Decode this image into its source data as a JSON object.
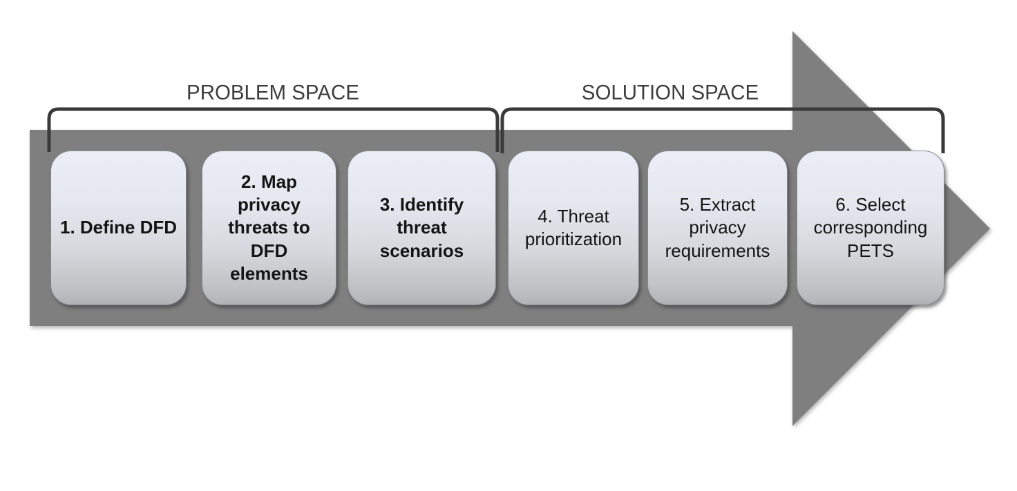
{
  "diagram": {
    "sections": {
      "problem": {
        "label": "PROBLEM SPACE"
      },
      "solution": {
        "label": "SOLUTION SPACE"
      }
    },
    "steps": [
      {
        "id": 1,
        "label": "1. Define DFD",
        "space": "problem"
      },
      {
        "id": 2,
        "label": "2. Map\nprivacy\nthreats to\nDFD\nelements",
        "space": "problem"
      },
      {
        "id": 3,
        "label": "3. Identify\nthreat\nscenarios",
        "space": "problem"
      },
      {
        "id": 4,
        "label": "4. Threat\nprioritization",
        "space": "solution"
      },
      {
        "id": 5,
        "label": "5. Extract\nprivacy\nrequirements",
        "space": "solution"
      },
      {
        "id": 6,
        "label": "6. Select\ncorresponding\nPETS",
        "space": "solution"
      }
    ],
    "colors": {
      "arrow_fill": "#7f7f7f",
      "bracket_stroke": "#3a3a3a",
      "section_label_text": "#3d3d3d",
      "box_border": "#84898f",
      "box_gradient_top": "#ebeef7",
      "box_gradient_bottom": "#b1b2b5",
      "step_text": "#141414",
      "background": "#ffffff"
    }
  }
}
